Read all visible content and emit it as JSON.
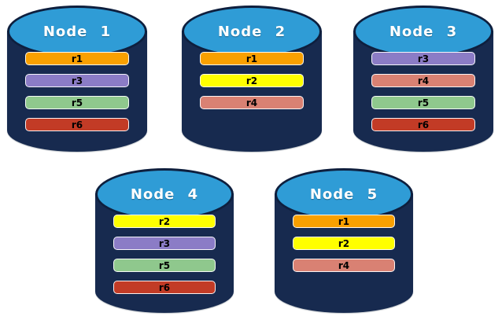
{
  "background": "#FFFFFF",
  "cylinder_colors": {
    "top": "#2F9CD6",
    "body": "#172A4F",
    "outline": "#0E1F3E"
  },
  "replica_colors": {
    "r1": "#F9A000",
    "r2": "#FFFF00",
    "r3": "#8B7CC6",
    "r4": "#D98173",
    "r5": "#8FC88D",
    "r6": "#C23B26"
  },
  "nodes": [
    {
      "label": "Node 1",
      "replicas": [
        "r1",
        "r3",
        "r5",
        "r6"
      ]
    },
    {
      "label": "Node 2",
      "replicas": [
        "r1",
        "r2",
        "r4"
      ]
    },
    {
      "label": "Node 3",
      "replicas": [
        "r3",
        "r4",
        "r5",
        "r6"
      ]
    },
    {
      "label": "Node 4",
      "replicas": [
        "r2",
        "r3",
        "r5",
        "r6"
      ]
    },
    {
      "label": "Node 5",
      "replicas": [
        "r1",
        "r2",
        "r4"
      ]
    }
  ]
}
